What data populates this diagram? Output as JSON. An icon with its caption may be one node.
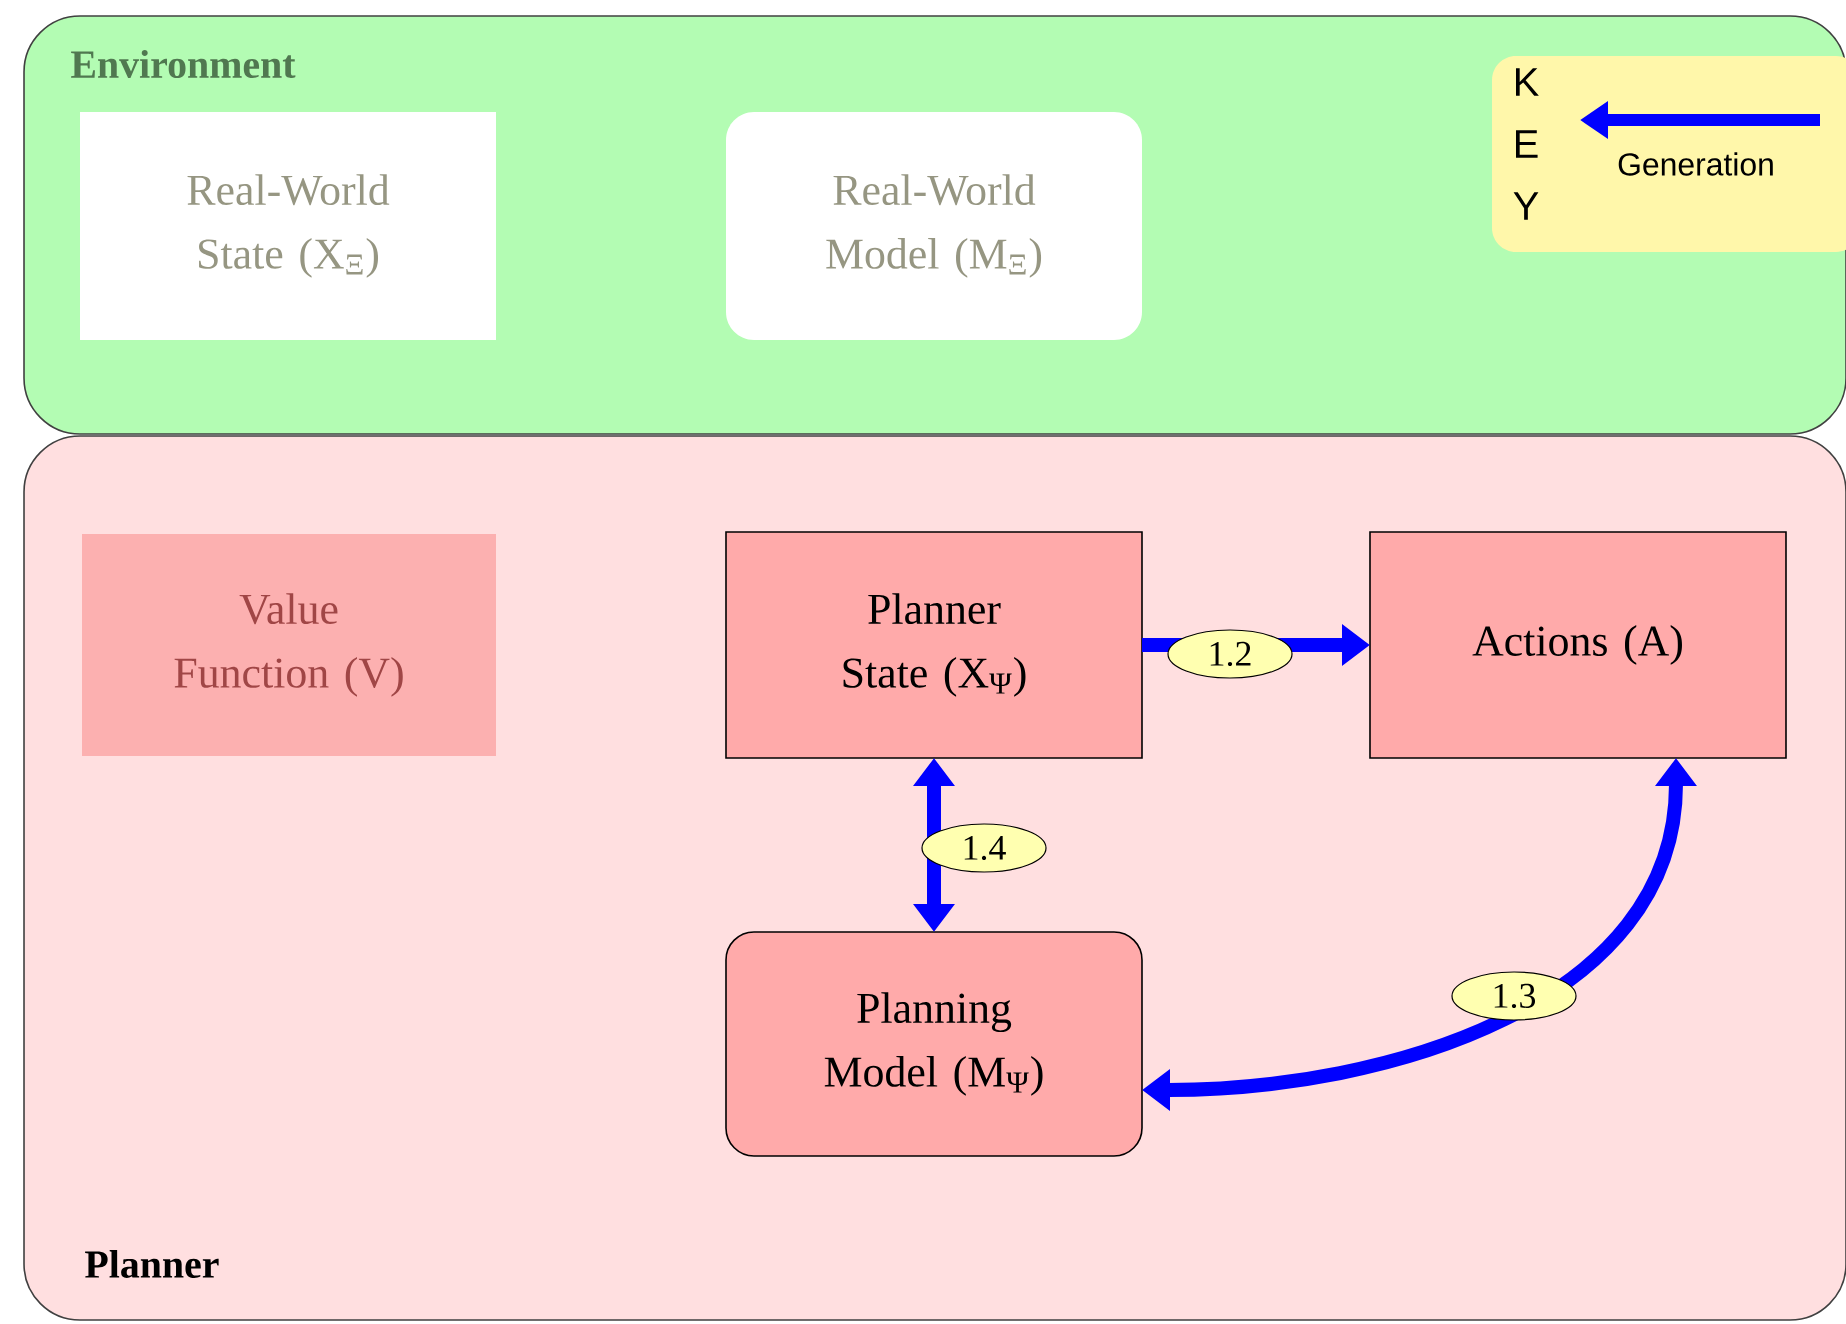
{
  "diagram": {
    "nodes": [
      {
        "text": [
          "Environment"
        ]
      },
      {
        "text": [
          "Real-World State (X$_{Ξ}$)"
        ],
        "in": 0
      },
      {
        "text": [
          "Real-World Model (M$_{Ξ}$)"
        ],
        "in": 0
      },
      {
        "text": [
          "Planner"
        ]
      },
      {
        "text": [
          "Value Function (V)"
        ],
        "in": 3
      },
      {
        "text": [
          "Planner State (X$_{Ψ}$)"
        ],
        "in": 3
      },
      {
        "text": [
          "Actions (A)"
        ],
        "in": 3
      },
      {
        "text": [
          "Planning Model (M$_{Ψ}$)"
        ],
        "in": 3
      }
    ],
    "edges": [
      {
        "from": 5,
        "to": 6,
        "arrow": "to",
        "label": "1.2"
      },
      {
        "from": 6,
        "to": 7,
        "arrow": "both",
        "label": "1.3"
      },
      {
        "from": 5,
        "to": 7,
        "arrow": "both",
        "label": "1.4"
      }
    ],
    "labels": [
      "K",
      "E",
      "Y"
    ],
    "legend": [
      {
        "text": "Generation"
      }
    ]
  }
}
